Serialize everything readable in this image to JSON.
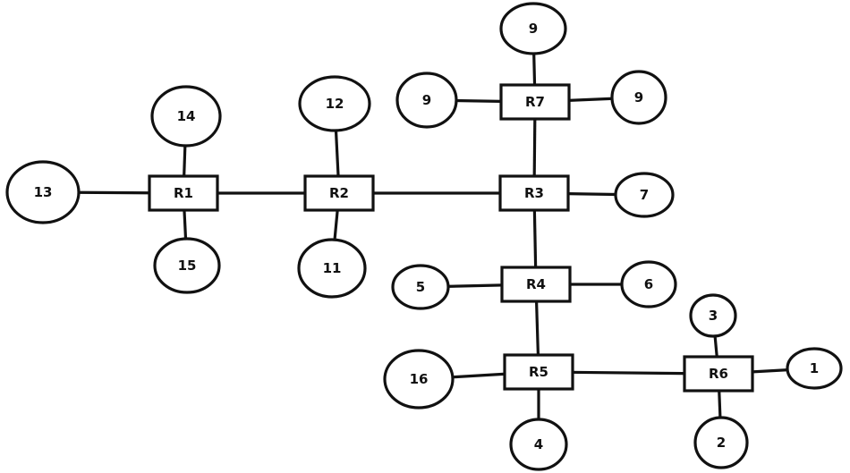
{
  "routers": [
    {
      "id": "r1",
      "label": "R1"
    },
    {
      "id": "r2",
      "label": "R2"
    },
    {
      "id": "r3",
      "label": "R3"
    },
    {
      "id": "r4",
      "label": "R4"
    },
    {
      "id": "r5",
      "label": "R5"
    },
    {
      "id": "r6",
      "label": "R6"
    },
    {
      "id": "r7",
      "label": "R7"
    }
  ],
  "hosts": [
    {
      "id": "h13",
      "label": "13"
    },
    {
      "id": "h14",
      "label": "14"
    },
    {
      "id": "h15",
      "label": "15"
    },
    {
      "id": "h12",
      "label": "12"
    },
    {
      "id": "h11",
      "label": "11"
    },
    {
      "id": "h9top",
      "label": "9"
    },
    {
      "id": "h9left",
      "label": "9"
    },
    {
      "id": "h9right",
      "label": "9"
    },
    {
      "id": "h7",
      "label": "7"
    },
    {
      "id": "h5",
      "label": "5"
    },
    {
      "id": "h6",
      "label": "6"
    },
    {
      "id": "h16",
      "label": "16"
    },
    {
      "id": "h4",
      "label": "4"
    },
    {
      "id": "h3",
      "label": "3"
    },
    {
      "id": "h1",
      "label": "1"
    },
    {
      "id": "h2",
      "label": "2"
    }
  ],
  "links": [
    [
      "r1",
      "r2"
    ],
    [
      "r2",
      "r3"
    ],
    [
      "r3",
      "r7"
    ],
    [
      "r3",
      "r4"
    ],
    [
      "r4",
      "r5"
    ],
    [
      "r5",
      "r6"
    ],
    [
      "r1",
      "h13"
    ],
    [
      "r1",
      "h14"
    ],
    [
      "r1",
      "h15"
    ],
    [
      "r2",
      "h12"
    ],
    [
      "r2",
      "h11"
    ],
    [
      "r7",
      "h9top"
    ],
    [
      "r7",
      "h9left"
    ],
    [
      "r7",
      "h9right"
    ],
    [
      "r3",
      "h7"
    ],
    [
      "r4",
      "h5"
    ],
    [
      "r4",
      "h6"
    ],
    [
      "r5",
      "h16"
    ],
    [
      "r5",
      "h4"
    ],
    [
      "r6",
      "h3"
    ],
    [
      "r6",
      "h1"
    ],
    [
      "r6",
      "h2"
    ]
  ]
}
